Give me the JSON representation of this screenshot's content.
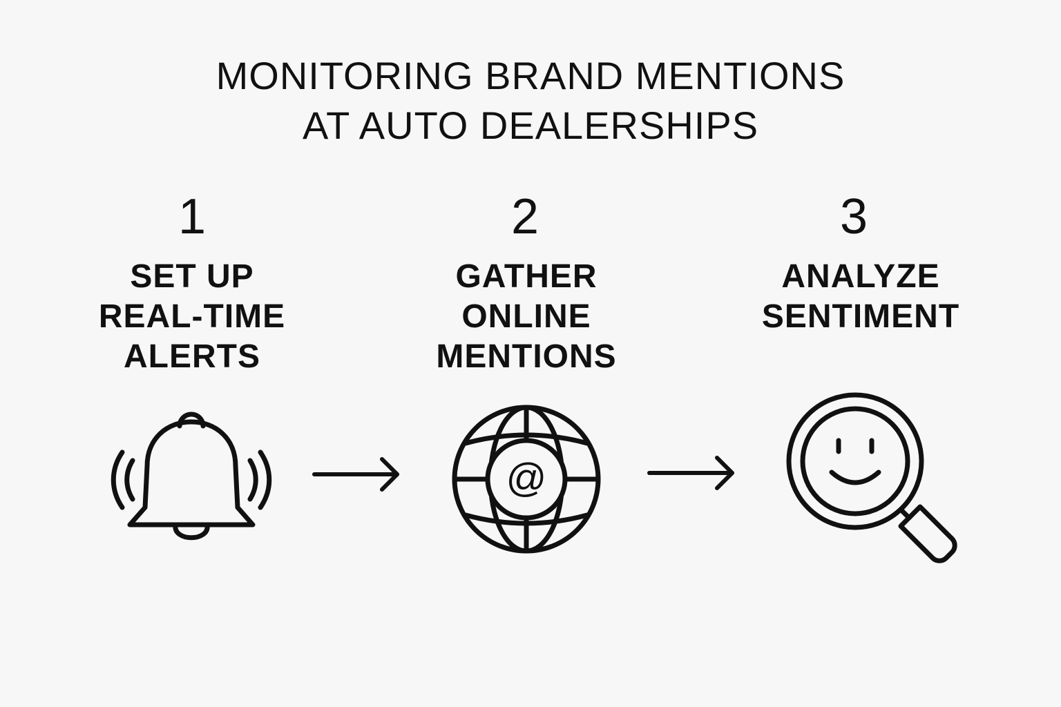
{
  "title": {
    "line1": "MONITORING BRAND MENTIONS",
    "line2": "AT AUTO DEALERSHIPS"
  },
  "steps": [
    {
      "number": "1",
      "label_lines": [
        "SET UP",
        "REAL-TIME",
        "ALERTS"
      ],
      "icon": "bell-icon"
    },
    {
      "number": "2",
      "label_lines": [
        "GATHER",
        "ONLINE",
        "MENTIONS"
      ],
      "icon": "globe-at-icon"
    },
    {
      "number": "3",
      "label_lines": [
        "ANALYZE",
        "SENTIMENT"
      ],
      "icon": "magnifier-smiley-icon"
    }
  ],
  "connectors": [
    "arrow-right-icon",
    "arrow-right-icon"
  ],
  "colors": {
    "background": "#f7f7f7",
    "ink": "#111111"
  }
}
